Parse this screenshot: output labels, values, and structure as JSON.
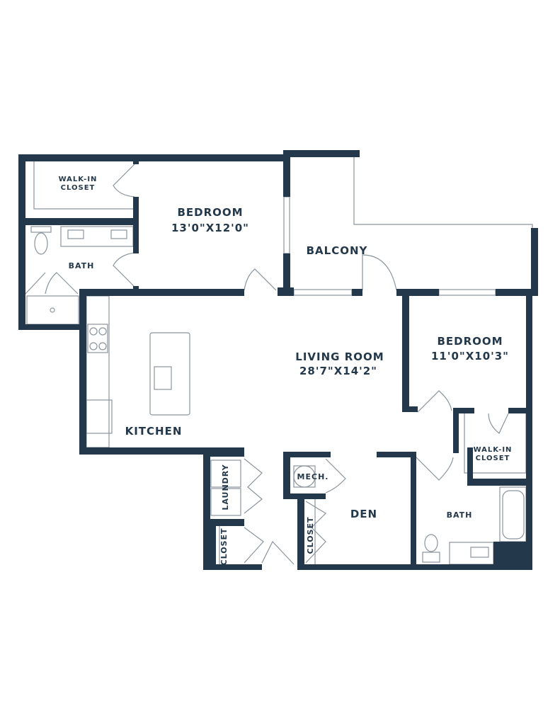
{
  "colors": {
    "wall": "#23384a",
    "fixture": "#8a949c",
    "background": "#ffffff"
  },
  "rooms": {
    "bedroom1": {
      "name": "BEDROOM",
      "size": "13'0\"X12'0\""
    },
    "walkin1": {
      "line1": "WALK-IN",
      "line2": "CLOSET"
    },
    "bath1": {
      "name": "BATH"
    },
    "balcony": {
      "name": "BALCONY"
    },
    "living": {
      "name": "LIVING ROOM",
      "size": "28'7\"X14'2\""
    },
    "kitchen": {
      "name": "KITCHEN"
    },
    "bedroom2": {
      "name": "BEDROOM",
      "size": "11'0\"X10'3\""
    },
    "walkin2": {
      "line1": "WALK-IN",
      "line2": "CLOSET"
    },
    "bath2": {
      "name": "BATH"
    },
    "laundry": {
      "name": "LAUNDRY"
    },
    "closet1": {
      "name": "CLOSET"
    },
    "mech": {
      "name": "MECH."
    },
    "closet2": {
      "name": "CLOSET"
    },
    "den": {
      "name": "DEN"
    }
  }
}
